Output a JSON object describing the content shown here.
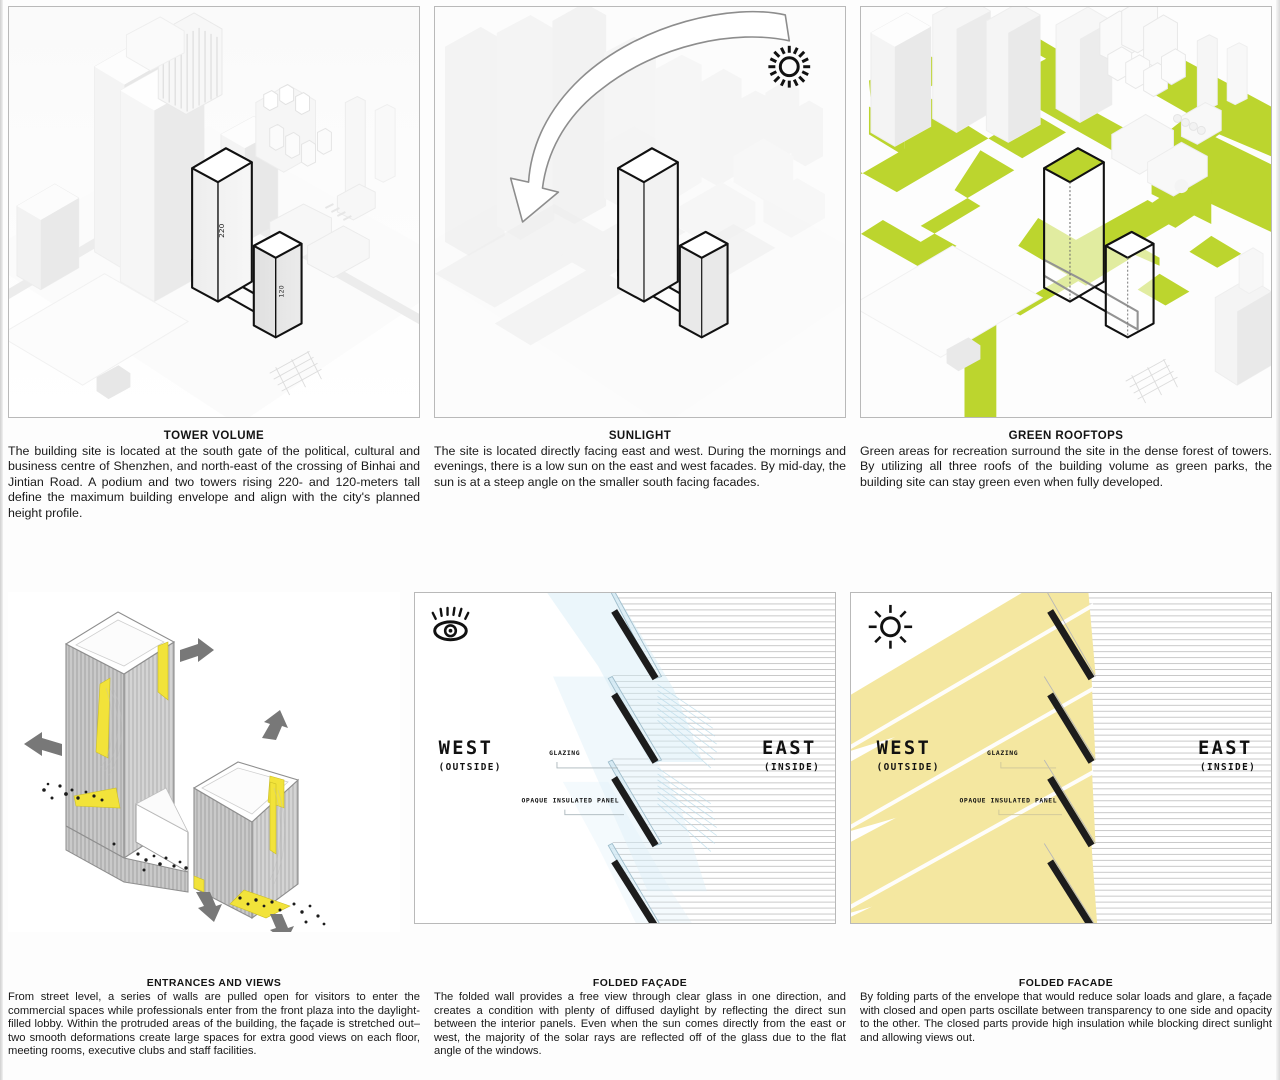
{
  "board": {
    "title": "Shenzhen Tower Concept Diagram Board",
    "accent_green": "#bcd52e",
    "accent_yellow": "#f4e7a0",
    "accent_blue": "#d6ecf5",
    "entrance_yellow": "#f2e33a"
  },
  "panels_top": [
    {
      "id": "tower-volume",
      "type": "isometric-city",
      "labels": {
        "tall_tower_height": "220",
        "short_tower_height": "120"
      }
    },
    {
      "id": "sunlight",
      "type": "isometric-city-sun",
      "labels": {
        "sun_icon": "sun-icon",
        "sun_path_arrow": "curved-arrow"
      }
    },
    {
      "id": "green-rooftops",
      "type": "isometric-city-green",
      "labels": {}
    }
  ],
  "captions_top": [
    {
      "heading": "TOWER VOLUME",
      "body": "The building site is located at the south gate of the political, cultural and business centre of Shenzhen, and north-east of the crossing of Binhai and Jintian Road. A podium and two towers rising 220- and 120-meters tall define the maximum building envelope and align with the city's planned height profile."
    },
    {
      "heading": "SUNLIGHT",
      "body": "The site is located directly facing east and west. During the mornings and evenings, there is a low sun on the east and west facades. By mid-day, the sun is at a steep angle on the smaller south facing facades."
    },
    {
      "heading": "GREEN ROOFTOPS",
      "body": "Green areas for recreation surround the site in the dense forest of towers. By utilizing all three roofs of the building volume as green parks, the building site can stay green even when fully developed."
    }
  ],
  "panels_bottom": [
    {
      "id": "entrances-views",
      "type": "exploded-volume",
      "labels": {}
    },
    {
      "id": "folded-facade-view",
      "type": "facade-section",
      "icon": "eye-icon",
      "left_label": "WEST",
      "left_sub": "(OUTSIDE)",
      "right_label": "EAST",
      "right_sub": "(INSIDE)",
      "callout_1": "GLAZING",
      "callout_2": "OPAQUE INSULATED PANEL",
      "beam_color": "#d6ecf5"
    },
    {
      "id": "folded-facade-sun",
      "type": "facade-section",
      "icon": "sun-icon",
      "left_label": "WEST",
      "left_sub": "(OUTSIDE)",
      "right_label": "EAST",
      "right_sub": "(INSIDE)",
      "callout_1": "GLAZING",
      "callout_2": "OPAQUE INSULATED PANEL",
      "beam_color": "#f4e7a0"
    }
  ],
  "captions_bottom": [
    {
      "heading": "ENTRANCES AND VIEWS",
      "body": "From street level, a series of walls are pulled open for visitors to enter the commercial spaces while professionals enter from the front plaza into the daylight-filled lobby. Within the protruded areas of the building, the façade is stretched out–two smooth deformations create large spaces for extra good views on each floor, meeting rooms, executive clubs and staff facilities."
    },
    {
      "heading": "FOLDED FAÇADE",
      "body": "The folded wall provides a free view through clear glass in one direction, and creates a condition with plenty of diffused daylight by reflecting the direct sun between the interior panels. Even when the sun comes directly from the east or west, the majority of the solar rays are reflected off of the glass due to the flat angle of the windows."
    },
    {
      "heading": "FOLDED FACADE",
      "body": "By folding parts of the envelope that would reduce solar loads and glare, a façade with closed and open parts oscillate between transparency to one side and opacity to the other. The closed parts provide high insulation while blocking direct sunlight and allowing views out."
    }
  ]
}
